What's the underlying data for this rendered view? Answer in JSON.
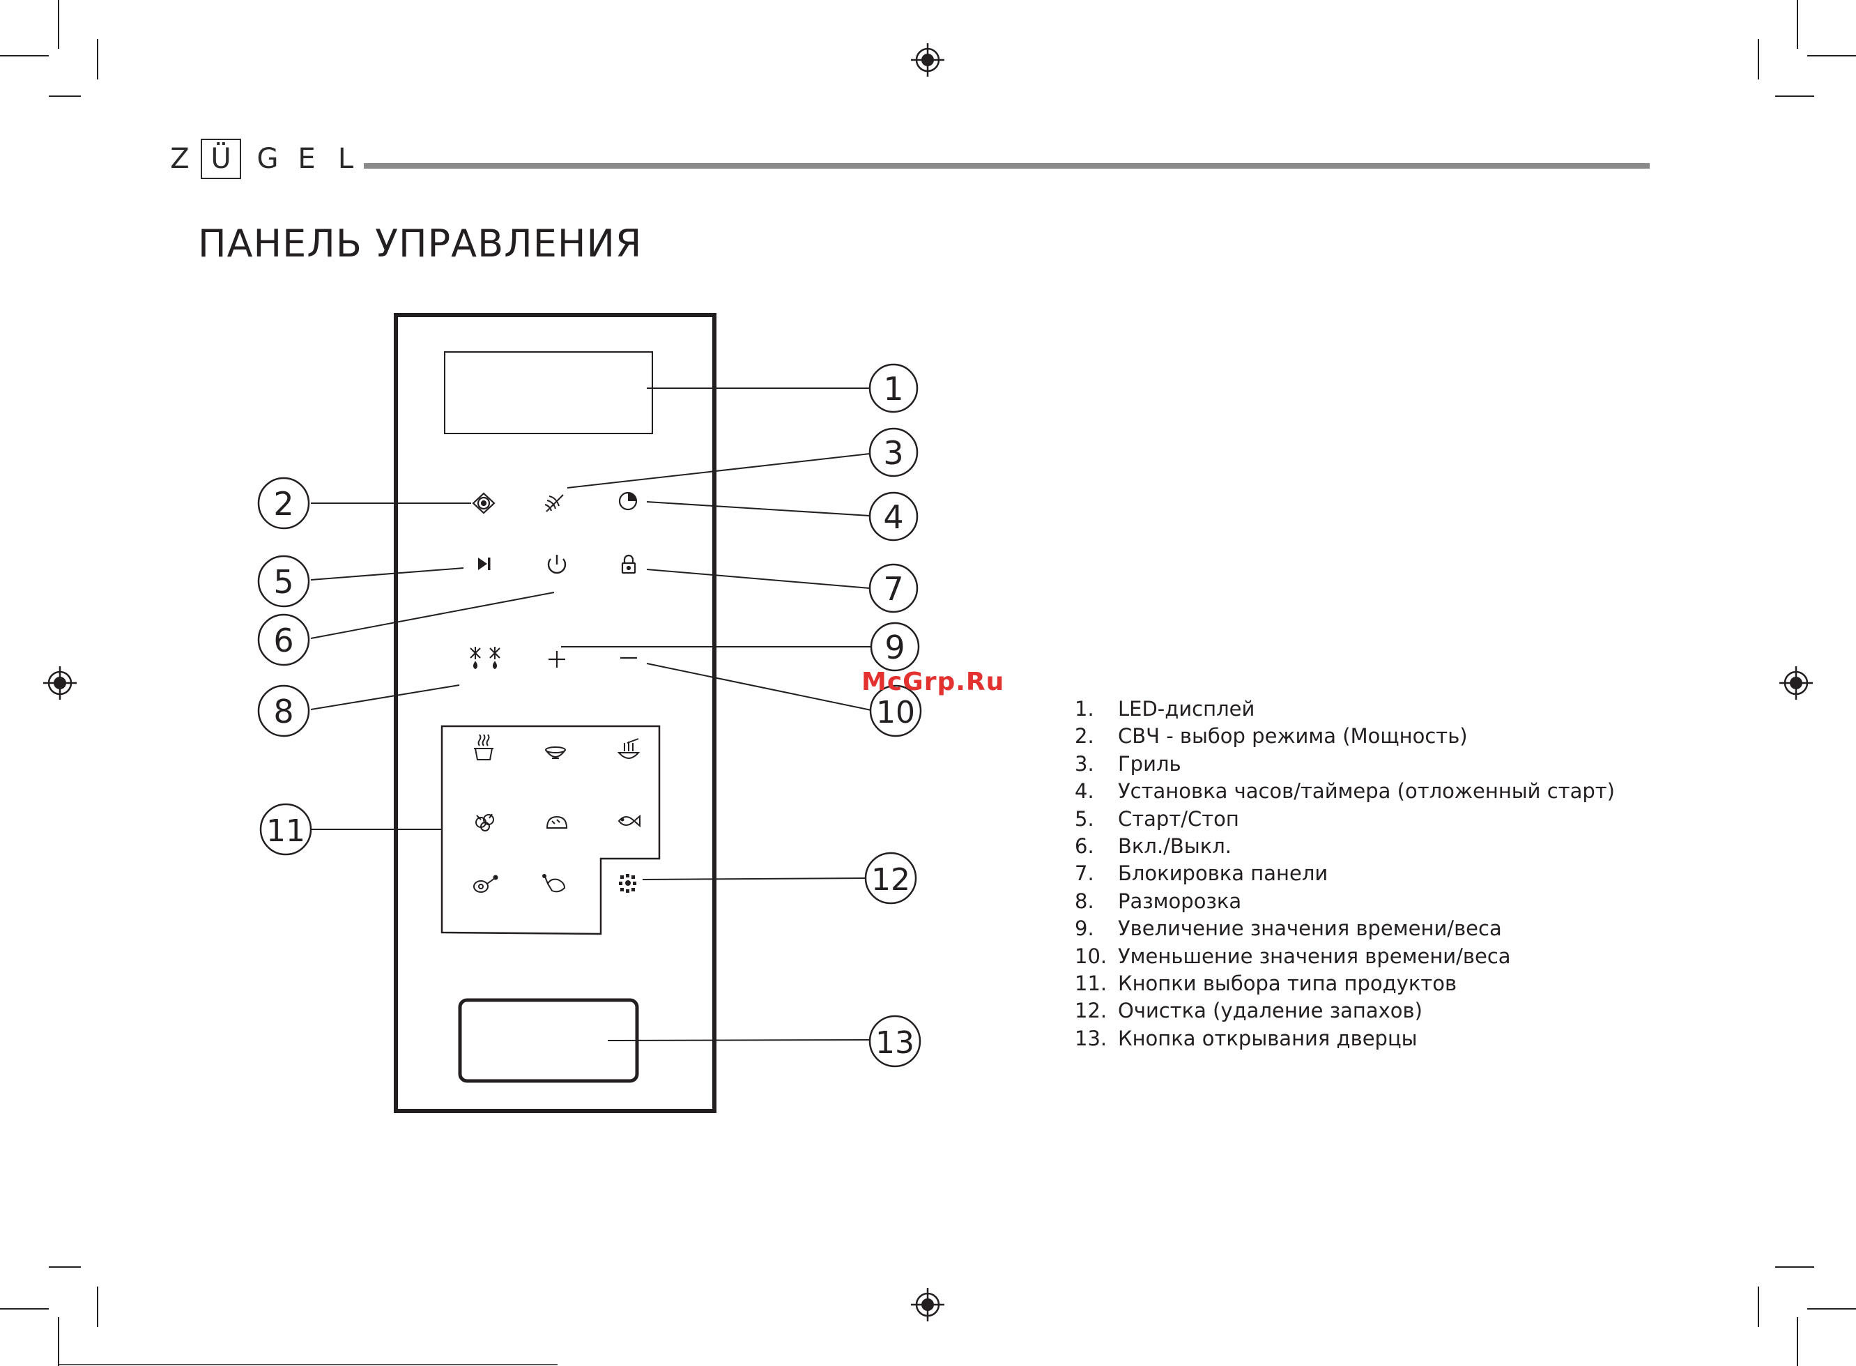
{
  "brand": {
    "letters": [
      "Z",
      "Ü",
      "G",
      "E",
      "L"
    ]
  },
  "title": "ПАНЕЛЬ УПРАВЛЕНИЯ",
  "watermark": "McGrp.Ru",
  "callouts": [
    "1",
    "2",
    "3",
    "4",
    "5",
    "6",
    "7",
    "8",
    "9",
    "10",
    "11",
    "12",
    "13"
  ],
  "legend": [
    {
      "num": "1.",
      "text": "LED-дисплей"
    },
    {
      "num": "2.",
      "text": "СВЧ - выбор режима (Мощность)"
    },
    {
      "num": "3.",
      "text": "Гриль"
    },
    {
      "num": "4.",
      "text": "Установка часов/таймера (отложенный старт)"
    },
    {
      "num": "5.",
      "text": "Старт/Стоп"
    },
    {
      "num": "6.",
      "text": "Вкл./Выкл."
    },
    {
      "num": "7.",
      "text": "Блокировка панели"
    },
    {
      "num": "8.",
      "text": "Разморозка"
    },
    {
      "num": "9.",
      "text": "Увеличение значения времени/веса"
    },
    {
      "num": "10.",
      "text": "Уменьшение значения времени/веса"
    },
    {
      "num": "11.",
      "text": "Кнопки выбора типа продуктов"
    },
    {
      "num": "12.",
      "text": "Очистка (удаление запахов)"
    },
    {
      "num": "13.",
      "text": "Кнопка открывания дверцы"
    }
  ],
  "icons": {
    "microwave": "microwave-power-icon",
    "grill": "grill-icon",
    "clock": "clock-timer-icon",
    "start_stop": "play-pause-icon",
    "power": "power-icon",
    "lock": "lock-icon",
    "defrost": "snowflake-defrost-icon",
    "plus": "plus-icon",
    "minus": "minus-icon",
    "clean": "clean-icon",
    "food": [
      "soup-icon",
      "bowl-icon",
      "noodles-icon",
      "vegetables-icon",
      "bread-icon",
      "fish-icon",
      "meat-icon",
      "chicken-icon"
    ]
  },
  "colors": {
    "ink": "#231f20",
    "header_rule": "#8a8a8a",
    "watermark": "#e3312f"
  }
}
